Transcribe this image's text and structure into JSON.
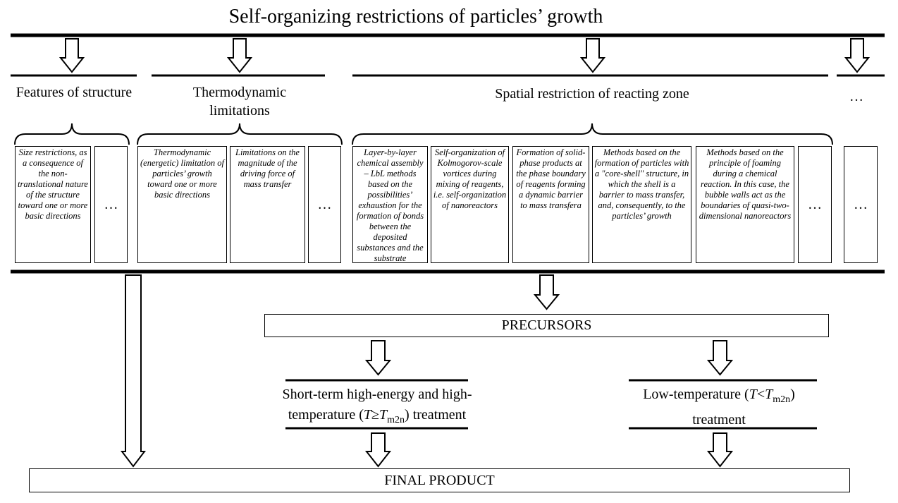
{
  "title": "Self-organizing restrictions of particles’ growth",
  "categories": [
    {
      "label": "Features of structure"
    },
    {
      "label": "Thermodynamic limitations"
    },
    {
      "label": "Spatial restriction of reacting zone"
    },
    {
      "label": "…"
    }
  ],
  "boxes": [
    {
      "text": "Size restrictions, as a consequence of the non-translational nature of the structure toward one or more basic directions"
    },
    {
      "text": "…"
    },
    {
      "text": "Thermodynamic (energetic) limitation of particles’ growth toward one or more basic directions"
    },
    {
      "text": "Limitations on the magnitude of the driving force of mass transfer"
    },
    {
      "text": "…"
    },
    {
      "text": "Layer-by-layer chemical assembly – LbL methods based on the possibilities’ exhaustion for the formation of bonds between the deposited substances and the substrate"
    },
    {
      "text": "Self-organization of Kolmogorov-scale vortices during mixing of reagents, i.e. self-organization of nanoreactors"
    },
    {
      "text": "Formation of solid-phase products at the phase boundary of reagents forming a dynamic barrier to mass transfera"
    },
    {
      "text": "Methods based on the formation of particles with a \"core-shell\" structure, in which the shell is a barrier to mass transfer, and, consequently, to the particles’ growth"
    },
    {
      "text": "Methods based on the principle of foaming during a chemical reaction. In this case, the bubble walls act as the boundaries of quasi-two-dimensional nanoreactors"
    },
    {
      "text": "…"
    },
    {
      "text": "…"
    }
  ],
  "precursors": "PRECURSORS",
  "treatments": {
    "high": {
      "line1": "Short-term high-energy and high-",
      "line2_pre": "temperature (",
      "var": "T",
      "op": "≥",
      "sym": "T",
      "sub": "m2n",
      "line2_post": ") treatment"
    },
    "low": {
      "line1_pre": "Low-temperature (",
      "var": "T",
      "op": "<",
      "sym": "T",
      "sub": "m2n",
      "line1_post": ")",
      "line2": "treatment"
    }
  },
  "final_product": "FINAL PRODUCT"
}
